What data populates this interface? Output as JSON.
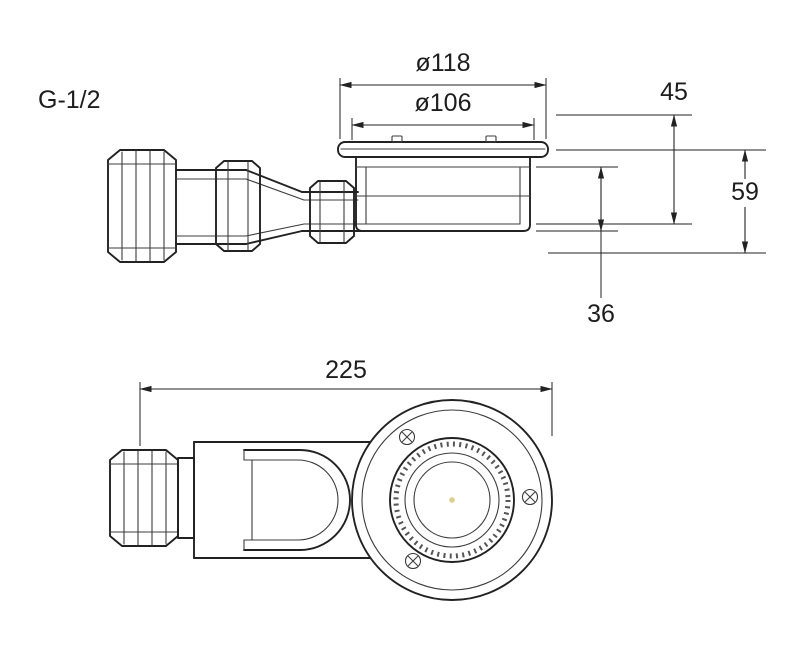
{
  "drawing": {
    "labels": {
      "thread": "G-1/2",
      "dia_outer": "ø118",
      "dia_inner": "ø106",
      "height_upper": "45",
      "height_total": "59",
      "height_lower": "36",
      "length_total": "225"
    },
    "colors": {
      "line_main": "#222222",
      "line_detail": "#3c3c3c",
      "background": "#ffffff",
      "center_dot": "#d9cf8e"
    }
  }
}
